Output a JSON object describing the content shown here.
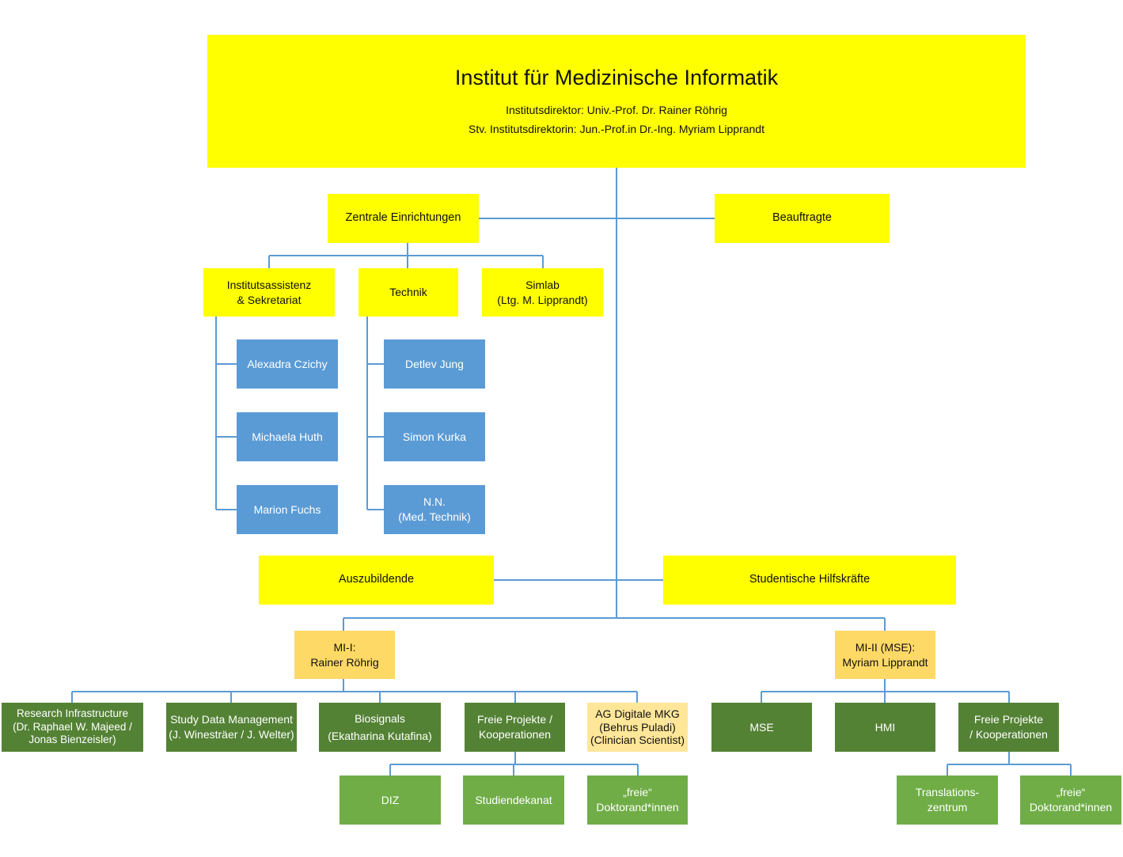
{
  "header": {
    "title": "Institut für Medizinische Informatik",
    "director": "Institutsdirektor: Univ.-Prof. Dr. Rainer Röhrig",
    "deputy": "Stv. Institutsdirektorin: Jun.-Prof.in Dr.-Ing. Myriam Lipprandt"
  },
  "units": {
    "zentrale": "Zentrale Einrichtungen",
    "beauftragte": "Beauftragte",
    "assistenz": [
      "Institutsassistenz",
      "& Sekretariat"
    ],
    "technik": "Technik",
    "simlab": [
      "Simlab",
      "(Ltg. M. Lipprandt)"
    ],
    "auszubildende": "Auszubildende",
    "hilfskraefte": "Studentische Hilfskräfte"
  },
  "people": {
    "assistenz": [
      "Alexadra Czichy",
      "Michaela Huth",
      "Marion Fuchs"
    ],
    "technik": [
      "Detlev Jung",
      "Simon Kurka"
    ],
    "technik_nn": [
      "N.N.",
      "(Med. Technik)"
    ]
  },
  "departments": {
    "mi1": [
      "MI-I:",
      "Rainer Röhrig"
    ],
    "mi2": [
      "MI-II (MSE):",
      "Myriam Lipprandt"
    ]
  },
  "groups_mi1": {
    "research_infra": [
      "Research Infrastructure",
      "(Dr. Raphael W. Majeed /",
      "Jonas Bienzeisler)"
    ],
    "study_data": [
      "Study Data Management",
      "(J. Winesträer / J. Welter)"
    ],
    "biosignals": [
      "Biosignals",
      "(Ekatharina Kutafina)"
    ],
    "freie_projekte": [
      "Freie Projekte /",
      "Kooperationen"
    ],
    "ag_mkg": [
      "AG Digitale MKG",
      "(Behrus Puladi)",
      "(Clinician Scientist)"
    ]
  },
  "sub_mi1": {
    "diz": "DIZ",
    "studiendekanat": "Studiendekanat",
    "doktoranden": [
      "„freie“",
      "Doktorand*innen"
    ]
  },
  "groups_mi2": {
    "mse": "MSE",
    "hmi": "HMI",
    "freie_projekte": [
      "Freie Projekte",
      "/ Kooperationen"
    ]
  },
  "sub_mi2": {
    "translation": [
      "Translations-",
      "zentrum"
    ],
    "doktoranden": [
      "„freie“",
      "Doktorand*innen"
    ]
  },
  "colors": {
    "yellow": "#ffff00",
    "blue": "#5b9bd5",
    "orange": "#ffd966",
    "dark_green": "#548235",
    "light_green": "#70ad47",
    "peach": "#ffe699",
    "connector": "#5b9bd5"
  }
}
